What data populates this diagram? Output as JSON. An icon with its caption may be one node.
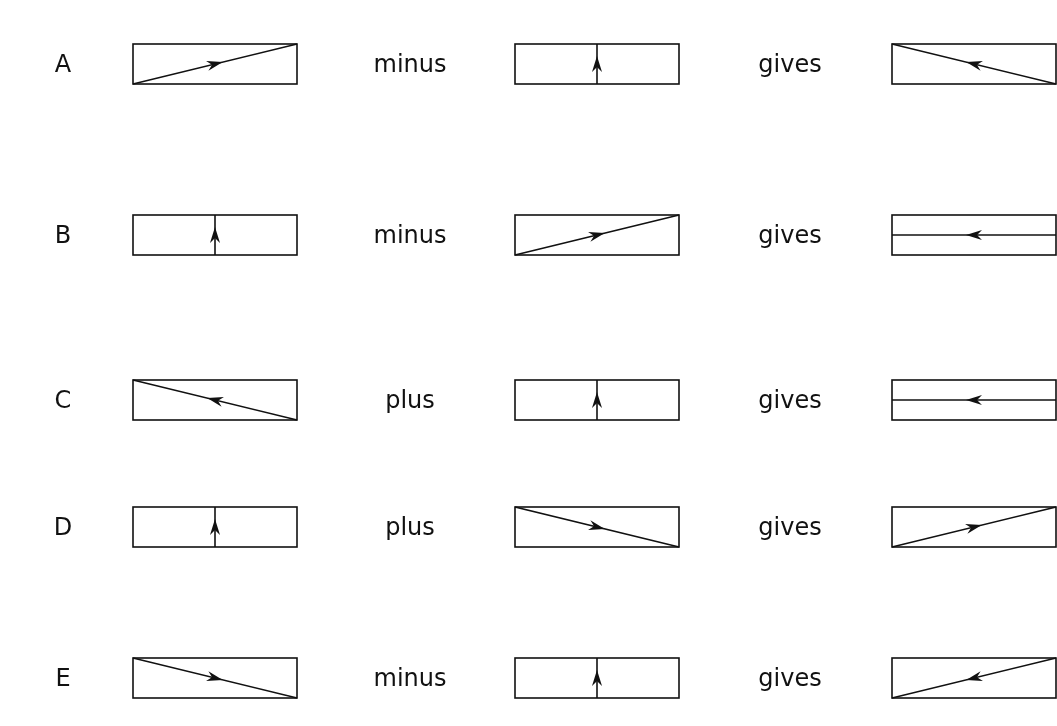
{
  "diagram": {
    "labels": [
      "A",
      "minus",
      "gives",
      "B",
      "minus",
      "gives",
      "C",
      "plus",
      "gives",
      "D",
      "plus",
      "gives",
      "E",
      "minus",
      "gives"
    ]
  }
}
